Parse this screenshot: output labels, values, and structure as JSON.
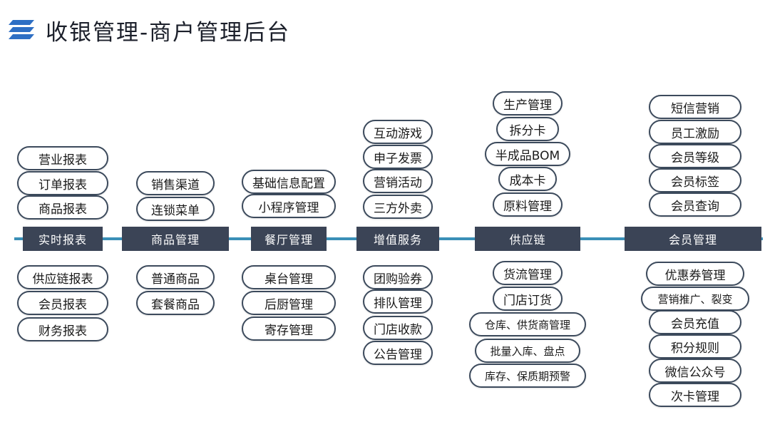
{
  "header": {
    "title": "收银管理-商户管理后台",
    "logo_icon": "stacked-layers-icon"
  },
  "colors": {
    "axis": "#3a8fb7",
    "category_bg": "#3b4456",
    "pill_border": "#3c4a5c"
  },
  "columns": [
    {
      "category": "实时报表",
      "top": [
        "营业报表",
        "订单报表",
        "商品报表"
      ],
      "bottom": [
        "供应链报表",
        "会员报表",
        "财务报表"
      ]
    },
    {
      "category": "商品管理",
      "top": [
        "销售渠道",
        "连锁菜单"
      ],
      "bottom": [
        "普通商品",
        "套餐商品"
      ]
    },
    {
      "category": "餐厅管理",
      "top": [
        "基础信息配置",
        "小程序管理"
      ],
      "bottom": [
        "桌台管理",
        "后厨管理",
        "寄存管理"
      ]
    },
    {
      "category": "增值服务",
      "top": [
        "互动游戏",
        "申子发票",
        "营销活动",
        "三方外卖"
      ],
      "bottom": [
        "团购验券",
        "排队管理",
        "门店收款",
        "公告管理"
      ]
    },
    {
      "category": "供应链",
      "top": [
        "生产管理",
        "拆分卡",
        "半成品BOM",
        "成本卡",
        "原料管理"
      ],
      "bottom": [
        "货流管理",
        "门店订货",
        "仓库、供货商管理",
        "批量入库、盘点",
        "库存、保质期预警"
      ]
    },
    {
      "category": "会员管理",
      "top": [
        "短信营销",
        "员工激励",
        "会员等级",
        "会员标签",
        "会员查询"
      ],
      "bottom": [
        "优惠券管理",
        "营销推广、裂变",
        "会员充值",
        "积分规则",
        "微信公众号",
        "次卡管理"
      ]
    }
  ]
}
